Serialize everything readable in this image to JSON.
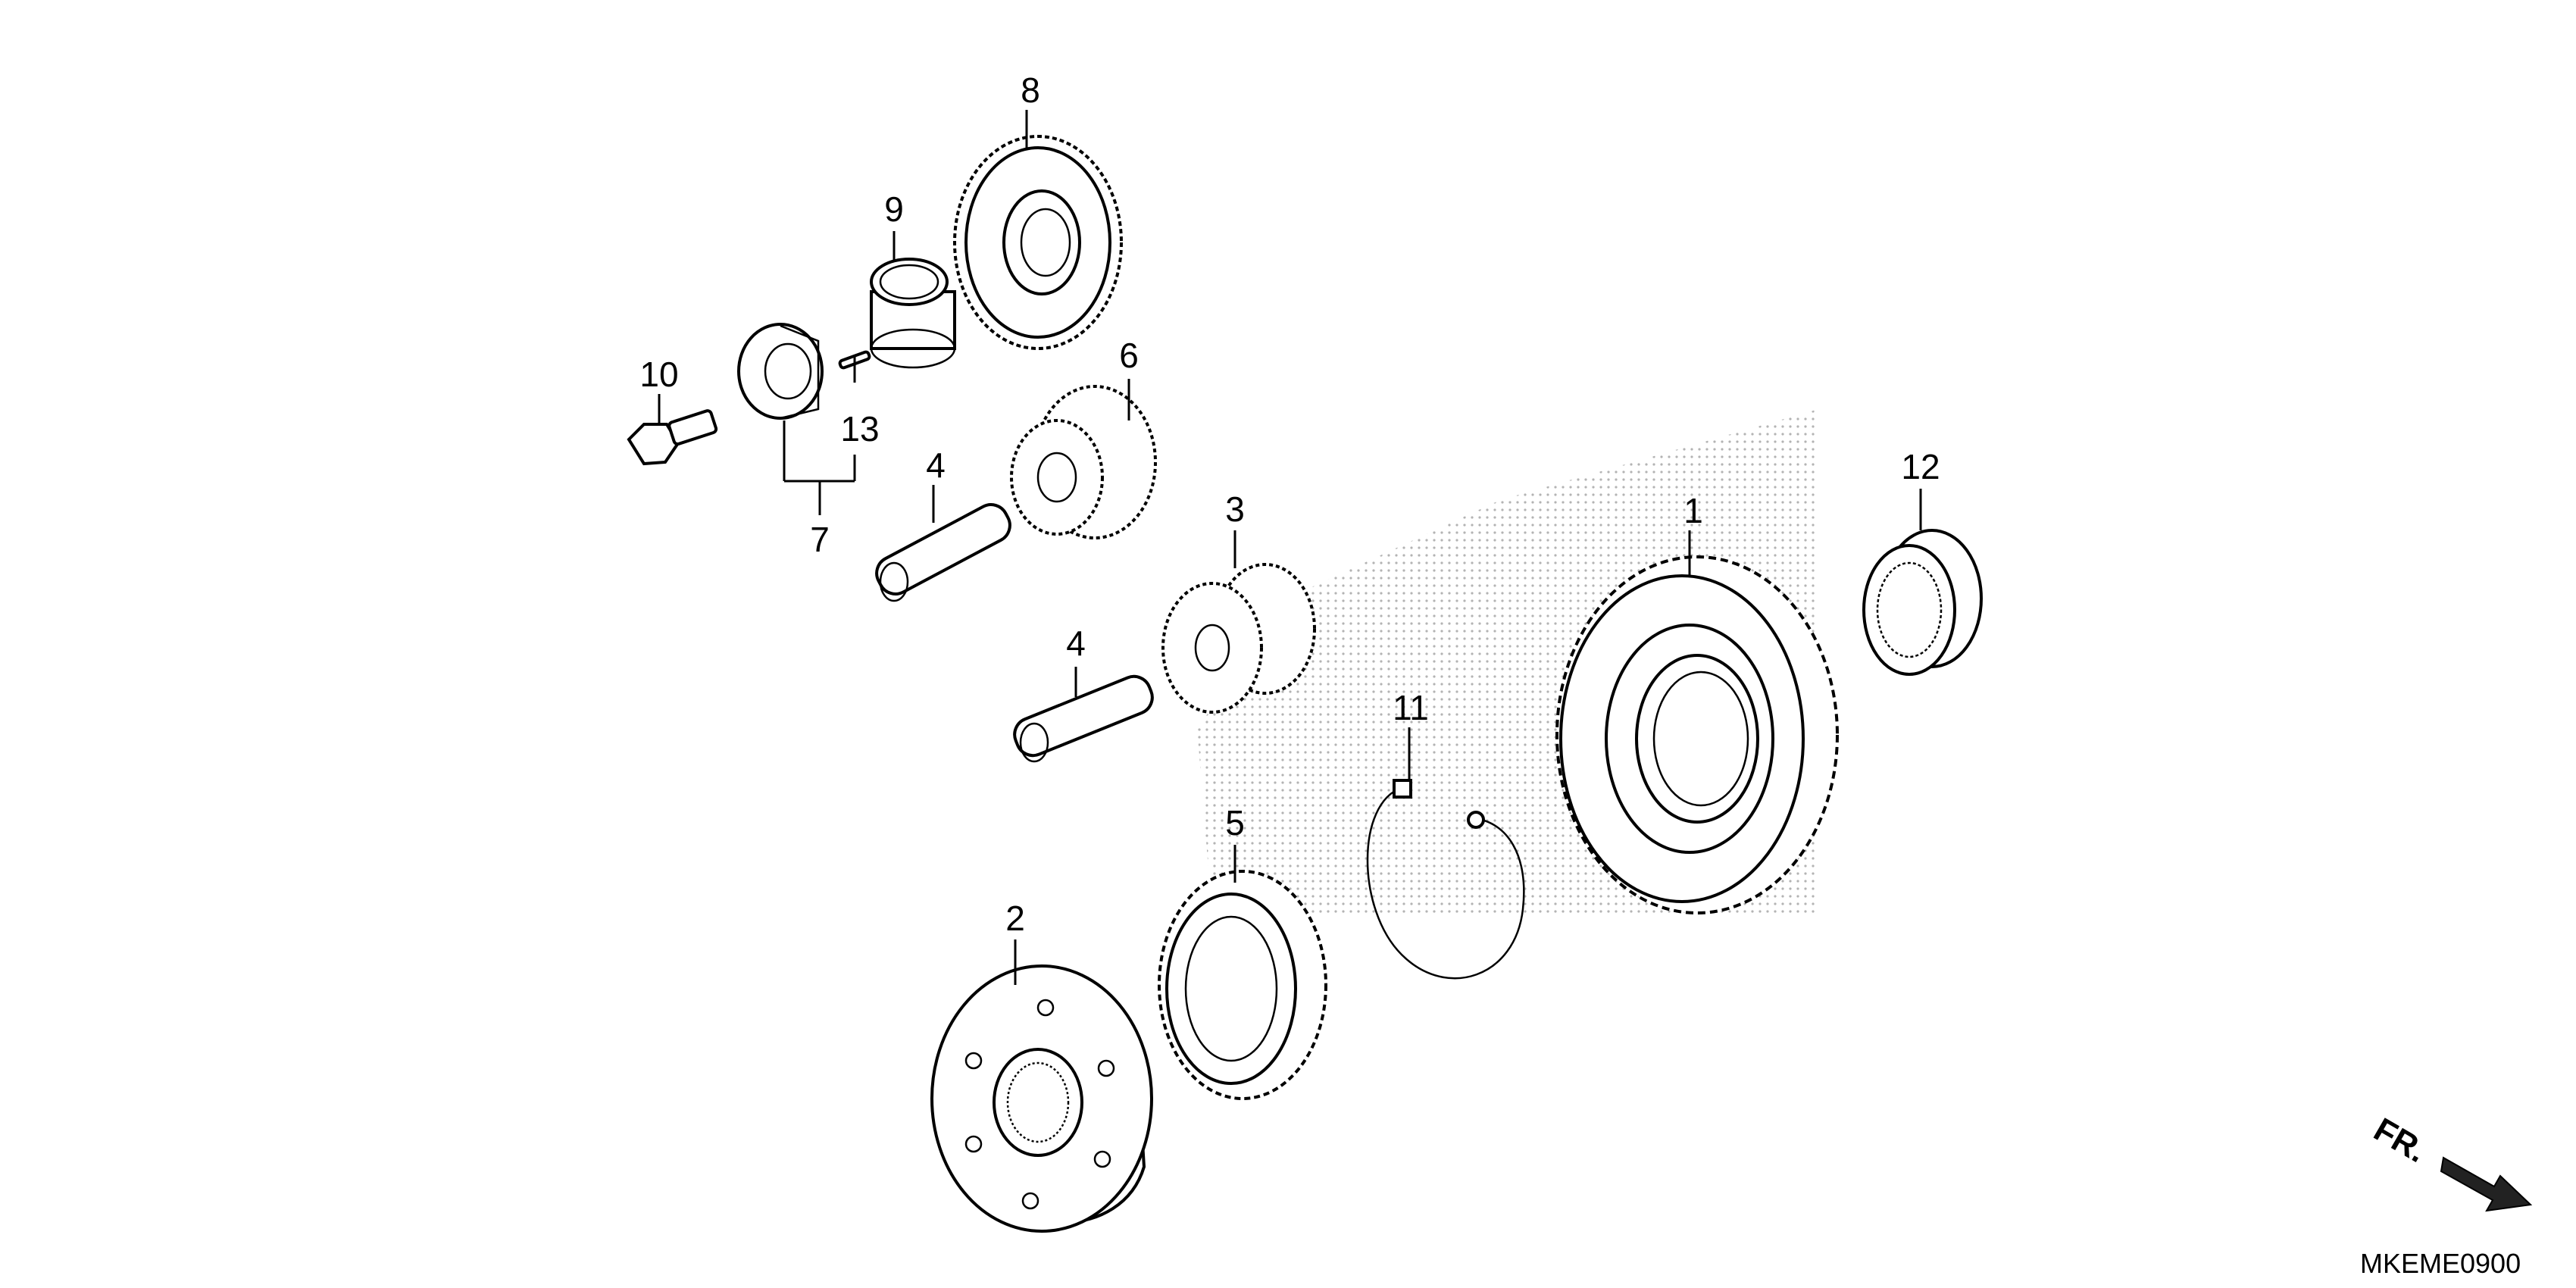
{
  "diagram": {
    "callouts": [
      {
        "id": "1",
        "label": "1"
      },
      {
        "id": "2",
        "label": "2"
      },
      {
        "id": "3",
        "label": "3"
      },
      {
        "id": "4a",
        "label": "4"
      },
      {
        "id": "4b",
        "label": "4"
      },
      {
        "id": "5",
        "label": "5"
      },
      {
        "id": "6",
        "label": "6"
      },
      {
        "id": "7",
        "label": "7"
      },
      {
        "id": "8",
        "label": "8"
      },
      {
        "id": "9",
        "label": "9"
      },
      {
        "id": "10",
        "label": "10"
      },
      {
        "id": "11",
        "label": "11"
      },
      {
        "id": "12",
        "label": "12"
      },
      {
        "id": "13",
        "label": "13"
      }
    ],
    "direction_label": "FR.",
    "diagram_code": "MKEME0900"
  }
}
